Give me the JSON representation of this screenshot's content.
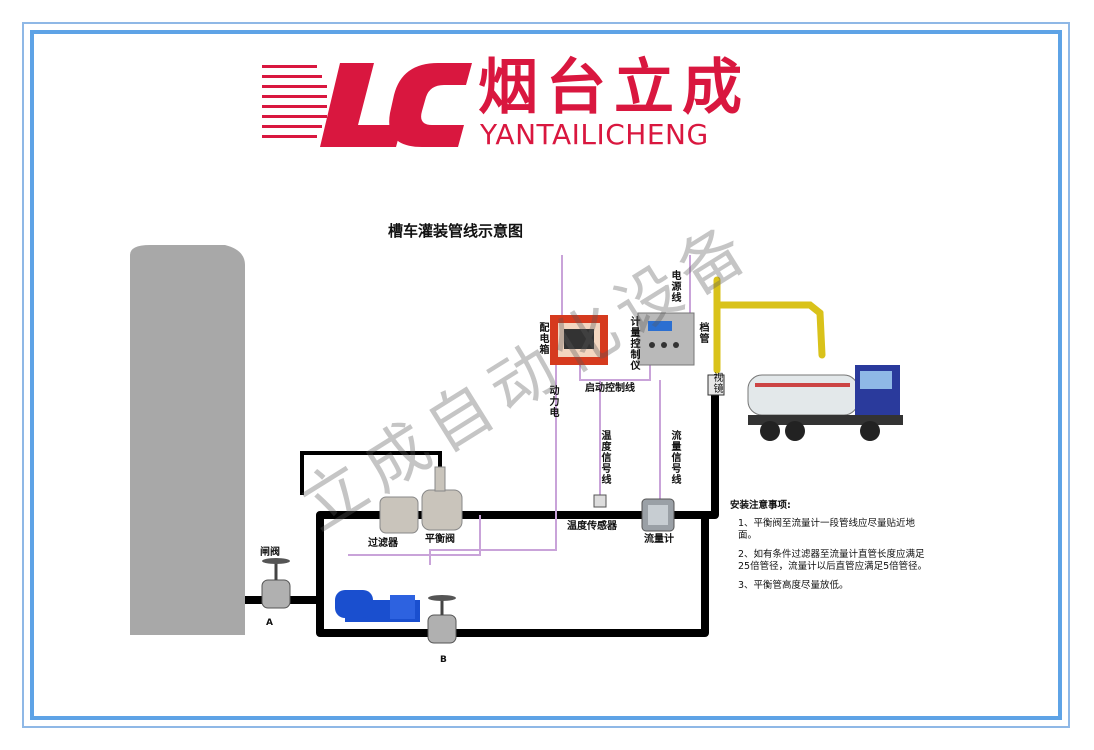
{
  "logo": {
    "monogram": "LC",
    "name_cn": "烟台立成",
    "name_en": "YANTAILICHENG"
  },
  "diagram": {
    "title": "槽车灌装管线示意图",
    "labels": {
      "distribution_box": "配电箱",
      "power_line": "电源线",
      "meter_controller": "计量控制仪",
      "retaining_pipe": "档管",
      "start_control_line": "启动控制线",
      "motor_power": "动力电",
      "temp_signal_line": "温度信号线",
      "flow_signal_line": "流量信号线",
      "gate_valve": "闸阀",
      "filter": "过滤器",
      "balance_valve": "平衡阀",
      "temp_sensor": "温度传感器",
      "flowmeter": "流量计",
      "point_a": "A",
      "point_b": "B",
      "sight": "视镜"
    },
    "notes": {
      "title": "安装注意事项:",
      "items": [
        "1、平衡阀至流量计一段管线应尽量贴近地面。",
        "2、如有条件过滤器至流量计直管长度应满足25倍管径，流量计以后直管应满足5倍管径。",
        "3、平衡管高度尽量放低。"
      ]
    }
  },
  "watermark": "立成自动化设备",
  "colors": {
    "brand_red": "#d9173f",
    "frame_blue": "#5ea3e6",
    "pipe": "#000000",
    "signal_line": "#c9a3d9"
  }
}
